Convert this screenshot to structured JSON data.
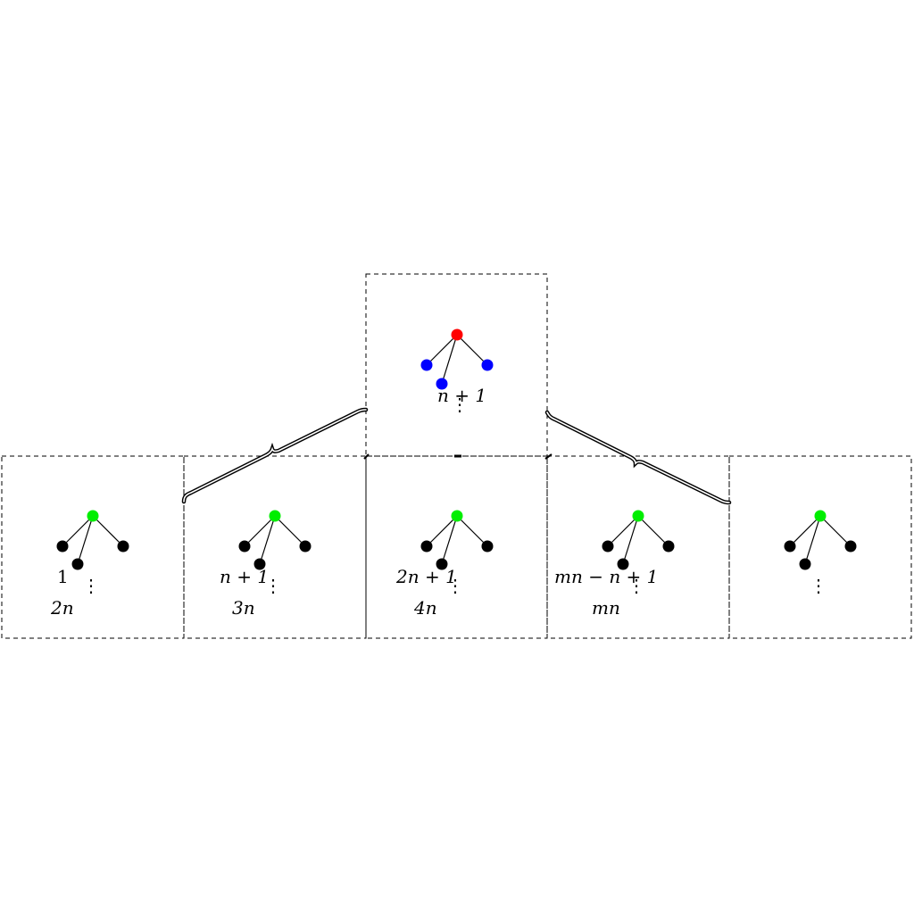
{
  "colors": {
    "root_node": "#ff0000",
    "top_children": "#0000ff",
    "sub_roots": "#00ee00",
    "leaf_nodes": "#000000",
    "box_border": "#000000"
  },
  "top_box": {
    "label": "n + 1",
    "dots": "⋮"
  },
  "bottom_boxes": [
    {
      "start_label": "1",
      "end_label": "2n",
      "dots": "⋮"
    },
    {
      "start_label": "n + 1",
      "end_label": "3n",
      "dots": "⋮"
    },
    {
      "start_label": "2n + 1",
      "end_label": "4n",
      "dots": "⋮"
    },
    {
      "start_label": "mn − n + 1",
      "end_label": "mn",
      "dots": "⋮"
    },
    {
      "start_label": "",
      "end_label": "",
      "dots": "⋮"
    }
  ]
}
